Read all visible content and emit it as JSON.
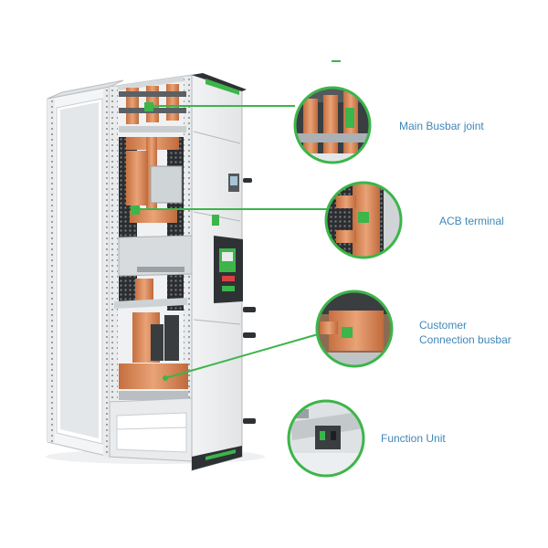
{
  "callouts": [
    {
      "label": "Main Busbar joint"
    },
    {
      "label": "ACB terminal"
    },
    {
      "label": "Customer Connection busbar"
    },
    {
      "label": "Function Unit"
    }
  ],
  "colors": {
    "accent_green": "#3cb54a",
    "copper": "#d9895a",
    "label_blue": "#3f87b8",
    "frame_grey": "#e6e8ea",
    "panel_grey": "#eceeef"
  },
  "icons": [
    "switchgear-cabinet-illustration",
    "zoom-circle"
  ]
}
